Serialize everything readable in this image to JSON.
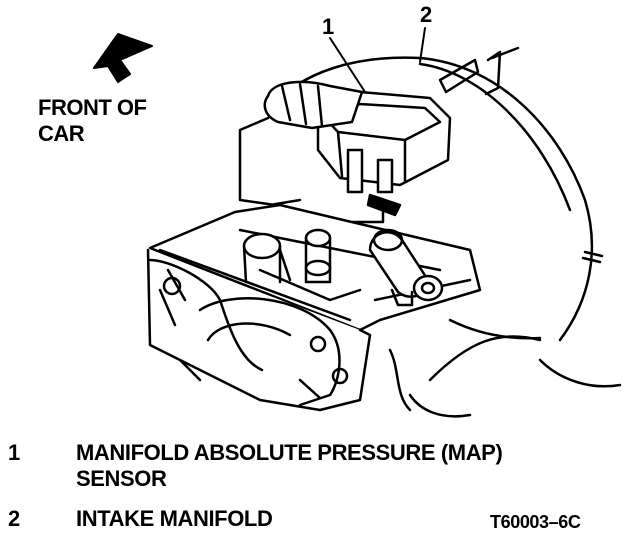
{
  "orientation": {
    "line1": "FRONT OF",
    "line2": "CAR"
  },
  "callouts": [
    {
      "number": "1",
      "label": "MANIFOLD ABSOLUTE PRESSURE (MAP) SENSOR"
    },
    {
      "number": "2",
      "label": "INTAKE MANIFOLD"
    }
  ],
  "legend": {
    "item1": {
      "number": "1",
      "line1": "MANIFOLD ABSOLUTE PRESSURE (MAP)",
      "line2": "SENSOR"
    },
    "item2": {
      "number": "2",
      "line1": "INTAKE MANIFOLD"
    }
  },
  "figure_id": "T60003–6C",
  "colors": {
    "ink": "#000000",
    "paper": "#ffffff"
  }
}
